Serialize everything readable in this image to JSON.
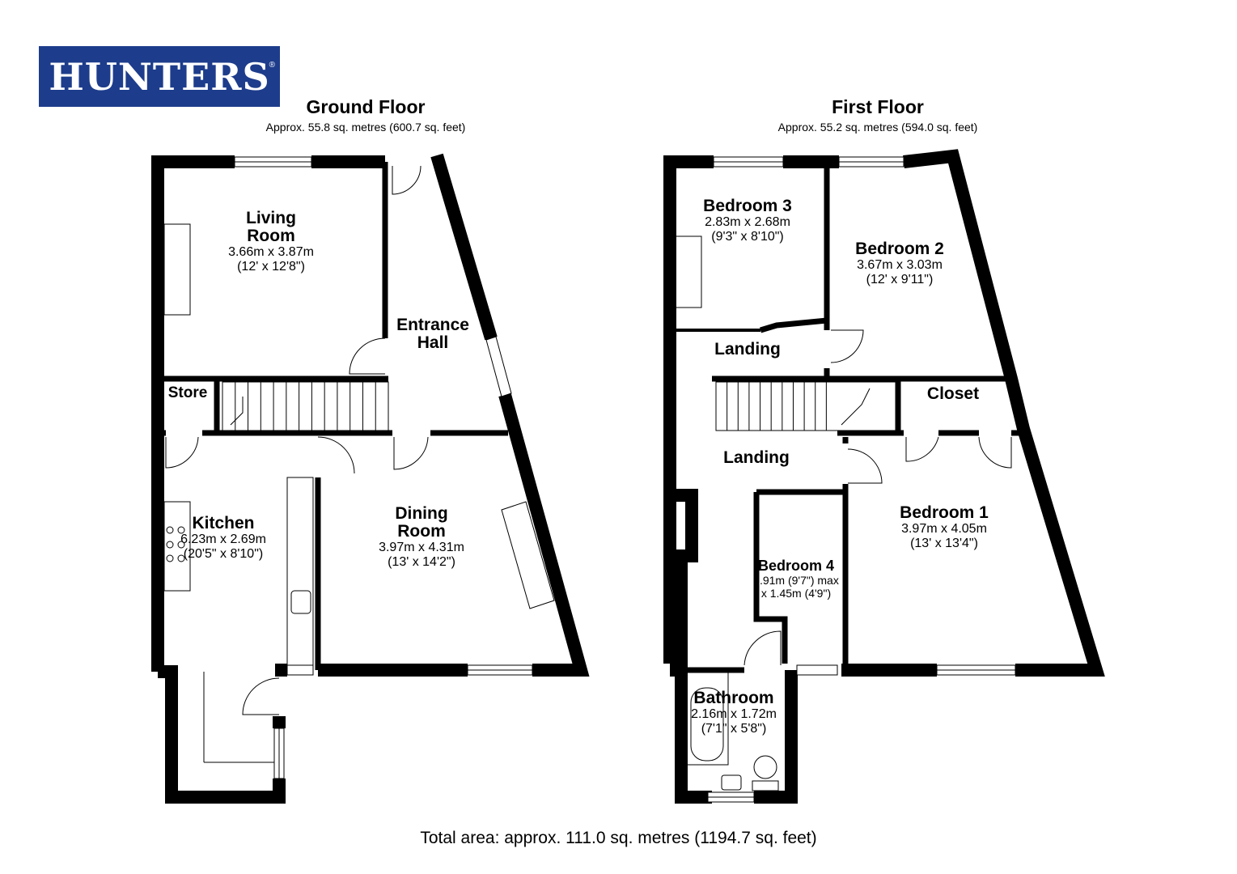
{
  "brand": {
    "name": "HUNTERS",
    "reg": "®",
    "color": "#1d3c8b"
  },
  "ground_floor": {
    "title": "Ground Floor",
    "area": "Approx. 55.8 sq. metres (600.7 sq. feet)",
    "rooms": {
      "living_room": {
        "name": "Living\nRoom",
        "metric": "3.66m x 3.87m",
        "imperial": "(12' x 12'8\")"
      },
      "entrance_hall": {
        "name": "Entrance\nHall"
      },
      "store": {
        "name": "Store"
      },
      "kitchen": {
        "name": "Kitchen",
        "metric": "6.23m x 2.69m",
        "imperial": "(20'5\" x 8'10\")"
      },
      "dining_room": {
        "name": "Dining\nRoom",
        "metric": "3.97m x 4.31m",
        "imperial": "(13' x 14'2\")"
      }
    }
  },
  "first_floor": {
    "title": "First Floor",
    "area": "Approx. 55.2 sq. metres (594.0 sq. feet)",
    "rooms": {
      "bedroom3": {
        "name": "Bedroom 3",
        "metric": "2.83m x 2.68m",
        "imperial": "(9'3\" x 8'10\")"
      },
      "bedroom2": {
        "name": "Bedroom 2",
        "metric": "3.67m x 3.03m",
        "imperial": "(12' x 9'11\")"
      },
      "landing_upper": {
        "name": "Landing"
      },
      "closet": {
        "name": "Closet"
      },
      "landing_lower": {
        "name": "Landing"
      },
      "bedroom1": {
        "name": "Bedroom 1",
        "metric": "3.97m x 4.05m",
        "imperial": "(13' x 13'4\")"
      },
      "bedroom4": {
        "name": "Bedroom 4",
        "metric": "2.91m (9'7\") max",
        "imperial": "x 1.45m (4'9\")"
      },
      "bathroom": {
        "name": "Bathroom",
        "metric": "2.16m x 1.72m",
        "imperial": "(7'1\" x 5'8\")"
      }
    }
  },
  "total_area": "Total area: approx. 111.0 sq. metres (1194.7 sq. feet)"
}
